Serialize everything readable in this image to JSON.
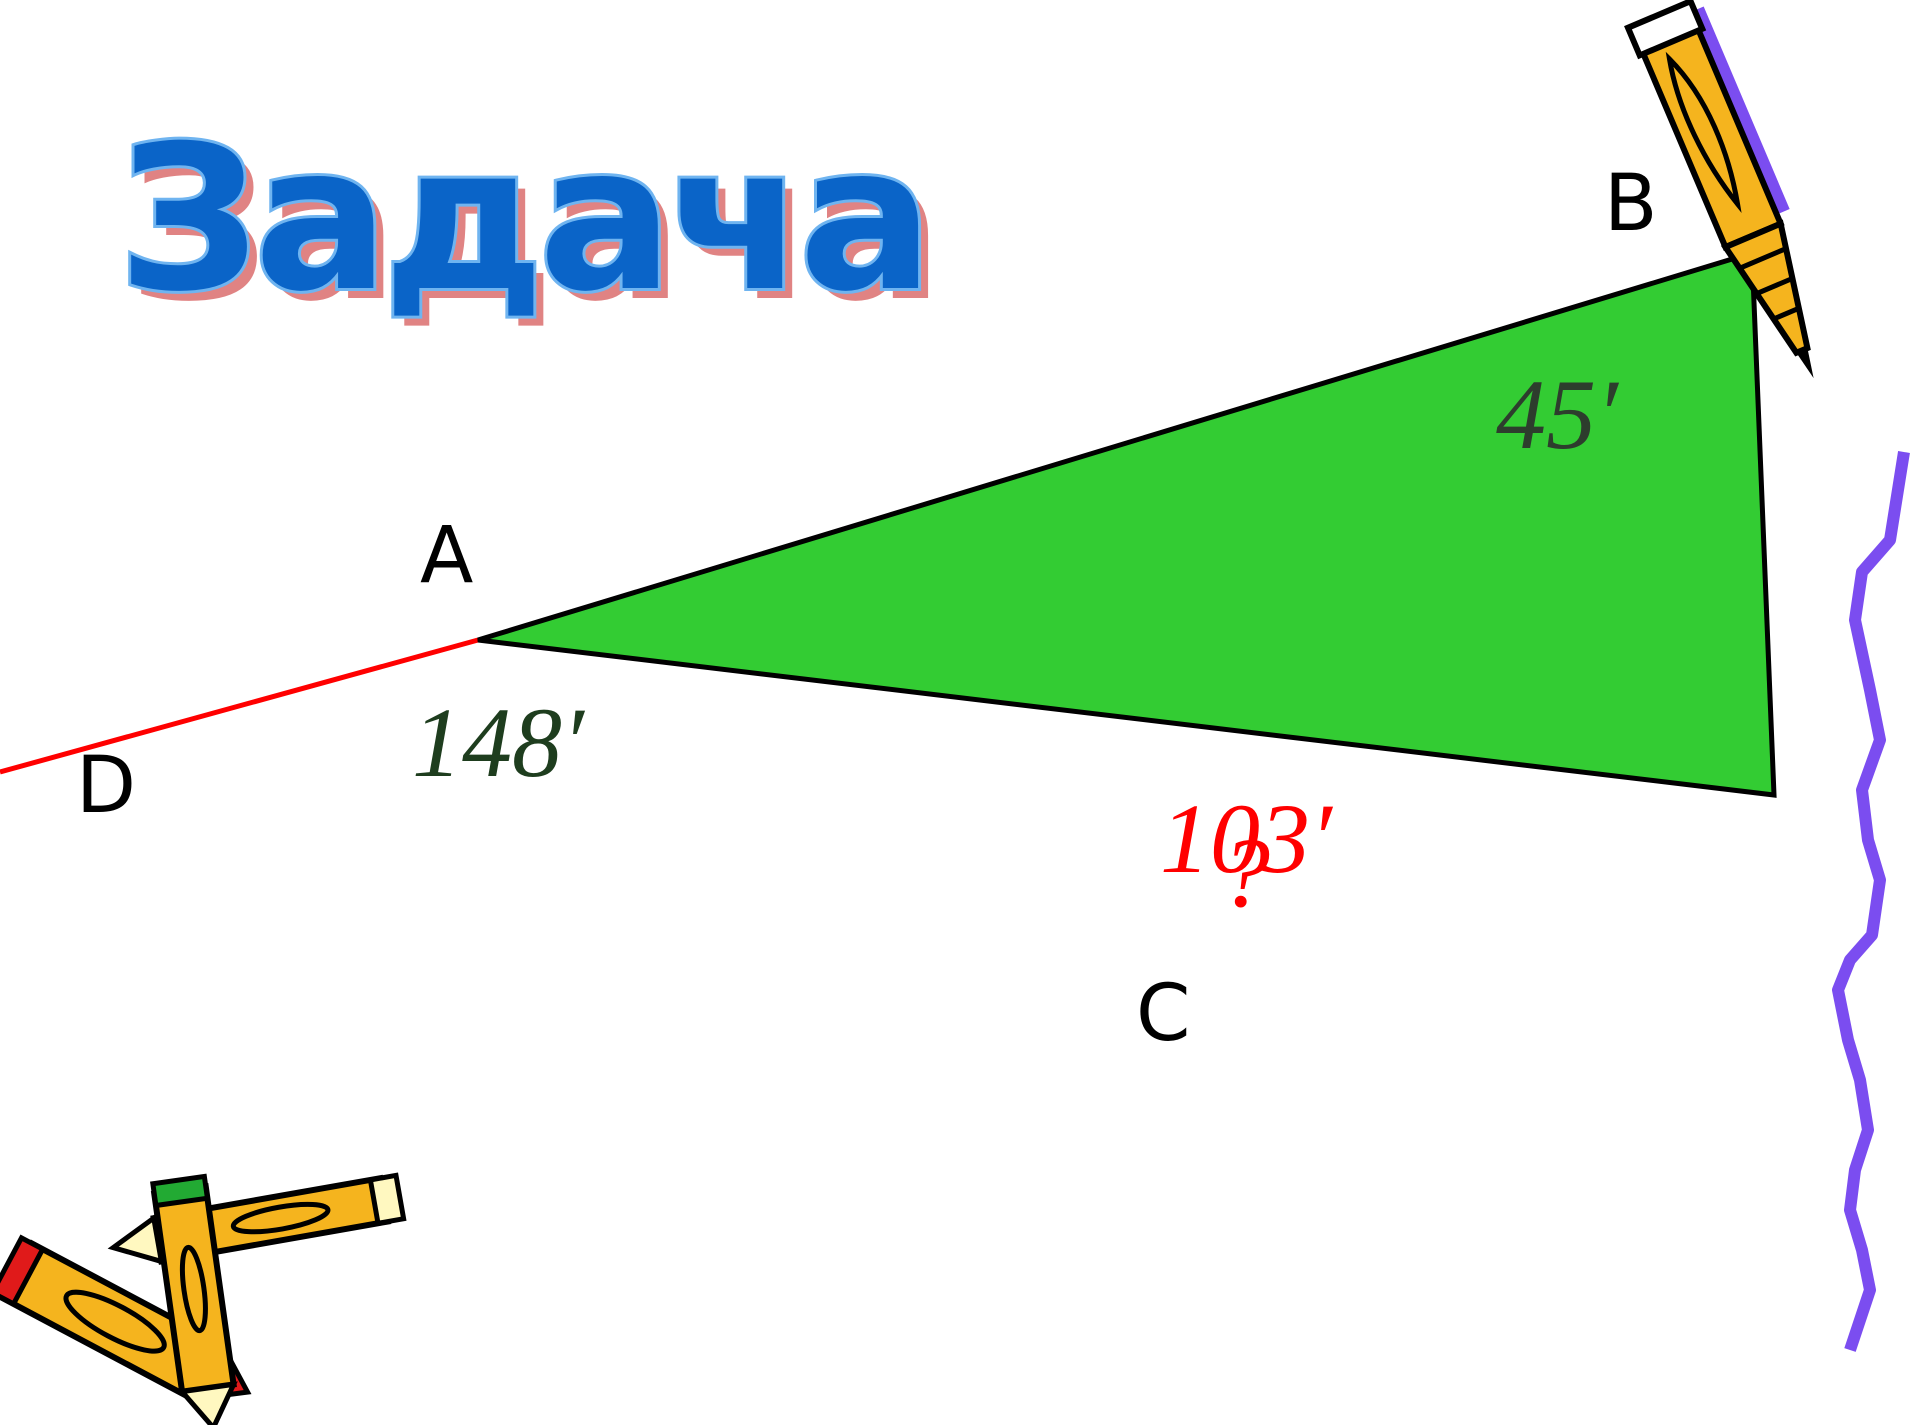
{
  "title": "Задача",
  "points": {
    "A": "A",
    "B": "B",
    "C": "C",
    "D": "D"
  },
  "angles": {
    "B": "45′",
    "A_exterior": "148′",
    "C": "103′",
    "C_unknown": "?"
  },
  "colors": {
    "title_fill": "#0a64c8",
    "title_outline": "#6fb4f0",
    "title_shadow": "#c81e1e",
    "triangle_fill": "#33cc33",
    "triangle_stroke": "#000000",
    "ray_color": "#ff0000",
    "angle_B_color": "#2d3d2d",
    "angle_A_color": "#1e3d1e",
    "angle_C_color": "#ff0000",
    "squiggle_color": "#7b4df0",
    "pencil_body": "#f5b41e",
    "pencil_shadow": "#ffe033"
  },
  "decorations": [
    "pencil-icon",
    "crossed-pencils-icon",
    "squiggle-line"
  ]
}
